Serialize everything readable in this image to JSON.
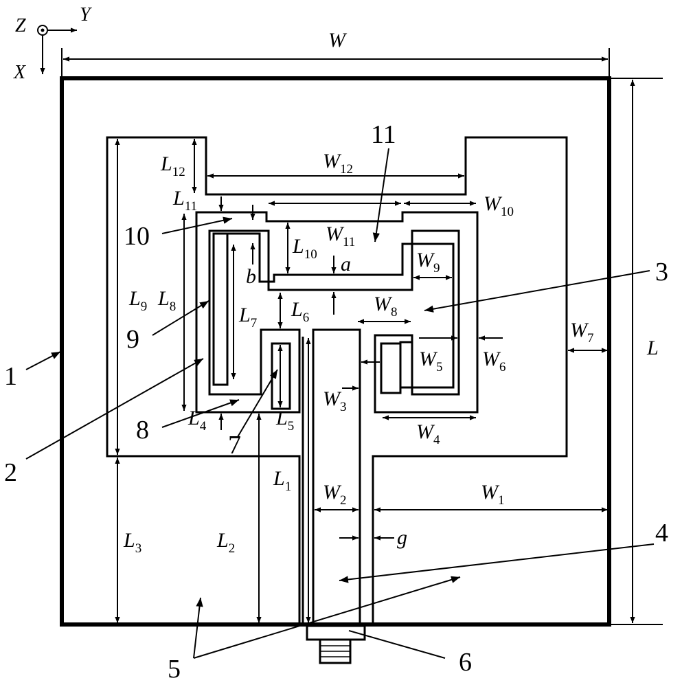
{
  "axes": {
    "z": "Z",
    "y": "Y",
    "x": "X"
  },
  "dimensions": [
    {
      "key": "W",
      "sym": "W",
      "sub": ""
    },
    {
      "key": "L",
      "sym": "L",
      "sub": ""
    },
    {
      "key": "W12",
      "sym": "W",
      "sub": "12"
    },
    {
      "key": "L12",
      "sym": "L",
      "sub": "12"
    },
    {
      "key": "L11",
      "sym": "L",
      "sub": "11"
    },
    {
      "key": "W10",
      "sym": "W",
      "sub": "10"
    },
    {
      "key": "W11",
      "sym": "W",
      "sub": "11"
    },
    {
      "key": "L10",
      "sym": "L",
      "sub": "10"
    },
    {
      "key": "a",
      "sym": "a",
      "sub": ""
    },
    {
      "key": "b",
      "sym": "b",
      "sub": ""
    },
    {
      "key": "W9",
      "sym": "W",
      "sub": "9"
    },
    {
      "key": "L9",
      "sym": "L",
      "sub": "9"
    },
    {
      "key": "L8",
      "sym": "L",
      "sub": "8"
    },
    {
      "key": "L7",
      "sym": "L",
      "sub": "7"
    },
    {
      "key": "L6",
      "sym": "L",
      "sub": "6"
    },
    {
      "key": "W8",
      "sym": "W",
      "sub": "8"
    },
    {
      "key": "W7",
      "sym": "W",
      "sub": "7"
    },
    {
      "key": "W5",
      "sym": "W",
      "sub": "5"
    },
    {
      "key": "W6",
      "sym": "W",
      "sub": "6"
    },
    {
      "key": "W3",
      "sym": "W",
      "sub": "3"
    },
    {
      "key": "W4",
      "sym": "W",
      "sub": "4"
    },
    {
      "key": "L4",
      "sym": "L",
      "sub": "4"
    },
    {
      "key": "L5",
      "sym": "L",
      "sub": "5"
    },
    {
      "key": "L1",
      "sym": "L",
      "sub": "1"
    },
    {
      "key": "W2",
      "sym": "W",
      "sub": "2"
    },
    {
      "key": "W1",
      "sym": "W",
      "sub": "1"
    },
    {
      "key": "g",
      "sym": "g",
      "sub": ""
    },
    {
      "key": "L3",
      "sym": "L",
      "sub": "3"
    },
    {
      "key": "L2",
      "sym": "L",
      "sub": "2"
    }
  ],
  "callouts": [
    "1",
    "2",
    "3",
    "4",
    "5",
    "6",
    "7",
    "8",
    "9",
    "10",
    "11"
  ]
}
